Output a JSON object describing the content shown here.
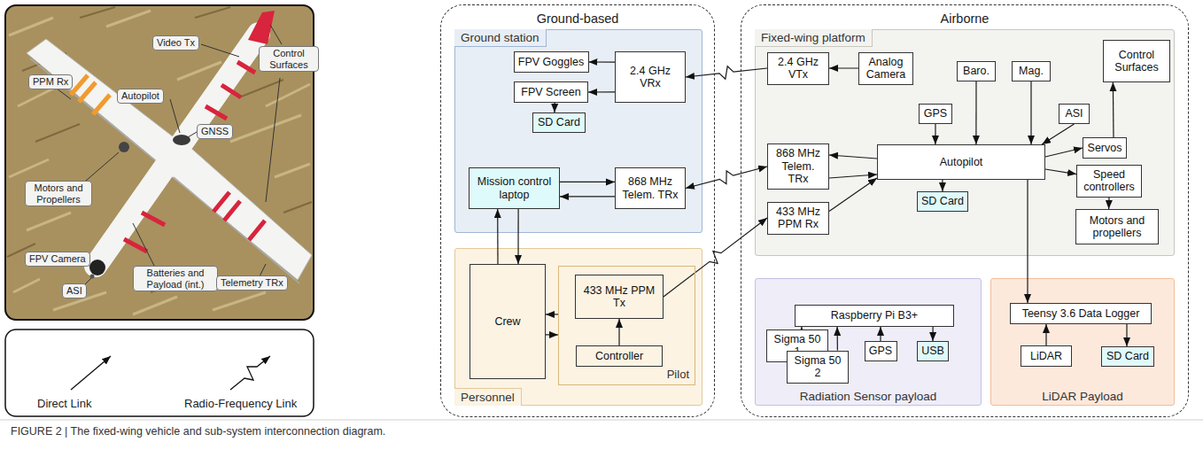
{
  "diagram": {
    "caption": "FIGURE 2 | The fixed-wing vehicle and sub-system interconnection diagram.",
    "nodes": [
      {
        "text": [
          "Ground-based"
        ]
      },
      {
        "text": [
          "Ground station"
        ],
        "in": 0
      },
      {
        "text": [
          "FPV Goggles"
        ],
        "in": 1
      },
      {
        "text": [
          "FPV Screen"
        ],
        "in": 1
      },
      {
        "text": [
          "SD Card"
        ],
        "in": 1
      },
      {
        "text": [
          "2.4 GHz VRx"
        ],
        "in": 1
      },
      {
        "text": [
          "Mission control laptop"
        ],
        "in": 1
      },
      {
        "text": [
          "868 MHz Telem. TRx"
        ],
        "in": 1
      },
      {
        "text": [
          "Personnel"
        ],
        "in": 0
      },
      {
        "text": [
          "Crew"
        ],
        "in": 8
      },
      {
        "text": [
          "Pilot"
        ],
        "in": 8
      },
      {
        "text": [
          "433 MHz PPM Tx"
        ],
        "in": 10
      },
      {
        "text": [
          "Controller"
        ],
        "in": 10
      },
      {
        "text": [
          "Airborne"
        ]
      },
      {
        "text": [
          "Fixed-wing platform"
        ],
        "in": 13
      },
      {
        "text": [
          "2.4 GHz VTx"
        ],
        "in": 14
      },
      {
        "text": [
          "Analog Camera"
        ],
        "in": 14
      },
      {
        "text": [
          "GPS"
        ],
        "in": 14
      },
      {
        "text": [
          "Baro."
        ],
        "in": 14
      },
      {
        "text": [
          "Mag."
        ],
        "in": 14
      },
      {
        "text": [
          "ASI"
        ],
        "in": 14
      },
      {
        "text": [
          "Control Surfaces"
        ],
        "in": 14
      },
      {
        "text": [
          "868 MHz Telem. TRx"
        ],
        "in": 14
      },
      {
        "text": [
          "Autopilot"
        ],
        "in": 14
      },
      {
        "text": [
          "Servos"
        ],
        "in": 14
      },
      {
        "text": [
          "Speed controllers"
        ],
        "in": 14
      },
      {
        "text": [
          "Motors and propellers"
        ],
        "in": 14
      },
      {
        "text": [
          "433 MHz PPM Rx"
        ],
        "in": 14
      },
      {
        "text": [
          "SD Card"
        ],
        "in": 14
      },
      {
        "text": [
          "Radiation Sensor payload"
        ],
        "in": 13
      },
      {
        "text": [
          "Raspberry Pi B3+"
        ],
        "in": 29
      },
      {
        "text": [
          "Sigma 50 1"
        ],
        "in": 29
      },
      {
        "text": [
          "Sigma 50 2"
        ],
        "in": 29
      },
      {
        "text": [
          "GPS"
        ],
        "in": 29
      },
      {
        "text": [
          "USB"
        ],
        "in": 29
      },
      {
        "text": [
          "LiDAR Payload"
        ],
        "in": 13
      },
      {
        "text": [
          "Teensy 3.6 Data Logger"
        ],
        "in": 35
      },
      {
        "text": [
          "LiDAR"
        ],
        "in": 35
      },
      {
        "text": [
          "SD Card"
        ],
        "in": 35
      }
    ],
    "edges": [
      {
        "from": 5,
        "to": 2,
        "arrow": "to"
      },
      {
        "from": 5,
        "to": 3,
        "arrow": "to"
      },
      {
        "from": 3,
        "to": 4,
        "arrow": "to"
      },
      {
        "from": 6,
        "to": 7,
        "arrow": "to"
      },
      {
        "from": 7,
        "to": 6,
        "arrow": "to"
      },
      {
        "from": 6,
        "to": 9,
        "arrow": "to"
      },
      {
        "from": 9,
        "to": 6,
        "arrow": "to"
      },
      {
        "from": 10,
        "to": 9,
        "arrow": "to"
      },
      {
        "from": 9,
        "to": 10,
        "arrow": "to"
      },
      {
        "from": 12,
        "to": 11,
        "arrow": "to"
      },
      {
        "from": 15,
        "to": 5,
        "arrow": "to"
      },
      {
        "from": 7,
        "to": 22,
        "arrow": "both"
      },
      {
        "from": 11,
        "to": 27,
        "arrow": "to"
      },
      {
        "from": 16,
        "to": 15,
        "arrow": "to"
      },
      {
        "from": 23,
        "to": 22,
        "arrow": "to"
      },
      {
        "from": 22,
        "to": 23,
        "arrow": "to"
      },
      {
        "from": 27,
        "to": 23,
        "arrow": "to"
      },
      {
        "from": 17,
        "to": 23,
        "arrow": "to"
      },
      {
        "from": 18,
        "to": 23,
        "arrow": "to"
      },
      {
        "from": 19,
        "to": 23,
        "arrow": "to"
      },
      {
        "from": 20,
        "to": 23,
        "arrow": "to"
      },
      {
        "from": 23,
        "to": 28,
        "arrow": "to"
      },
      {
        "from": 23,
        "to": 24,
        "arrow": "to"
      },
      {
        "from": 23,
        "to": 25,
        "arrow": "to"
      },
      {
        "from": 24,
        "to": 21,
        "arrow": "to"
      },
      {
        "from": 25,
        "to": 26,
        "arrow": "to"
      },
      {
        "from": 23,
        "to": 36,
        "arrow": "to"
      },
      {
        "from": 31,
        "to": 30,
        "arrow": "to"
      },
      {
        "from": 32,
        "to": 30,
        "arrow": "to"
      },
      {
        "from": 33,
        "to": 30,
        "arrow": "to"
      },
      {
        "from": 30,
        "to": 34,
        "arrow": "to"
      },
      {
        "from": 37,
        "to": 36,
        "arrow": "to"
      },
      {
        "from": 36,
        "to": 38,
        "arrow": "to"
      }
    ],
    "labels": [
      "PPM Rx",
      "Video Tx",
      "Autopilot",
      "GNSS",
      "Control Surfaces",
      "Motors and Propellers",
      "FPV Camera",
      "ASI",
      "Batteries and Payload (int.)",
      "Telemetry TRx"
    ],
    "legend": [
      {
        "text": "Direct Link"
      },
      {
        "text": "Radio-Frequency Link"
      }
    ]
  }
}
